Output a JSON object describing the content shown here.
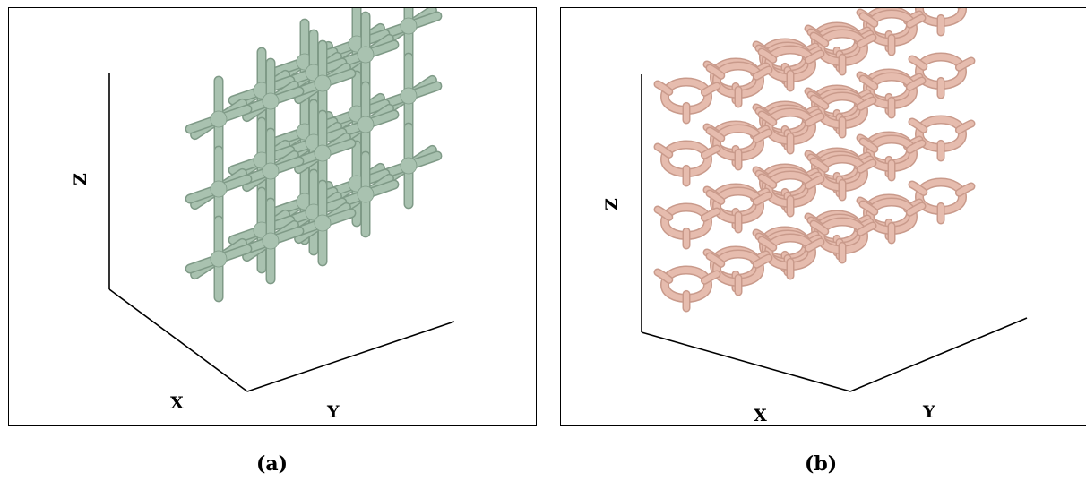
{
  "figure": {
    "panels": [
      {
        "id": "a",
        "caption": "(a)",
        "axes": {
          "x": "X",
          "y": "Y",
          "z": "Z"
        },
        "color": "#a9c2b0"
      },
      {
        "id": "b",
        "caption": "(b)",
        "axes": {
          "x": "X",
          "y": "Y",
          "z": "Z"
        },
        "color": "#e6bcae"
      }
    ]
  }
}
